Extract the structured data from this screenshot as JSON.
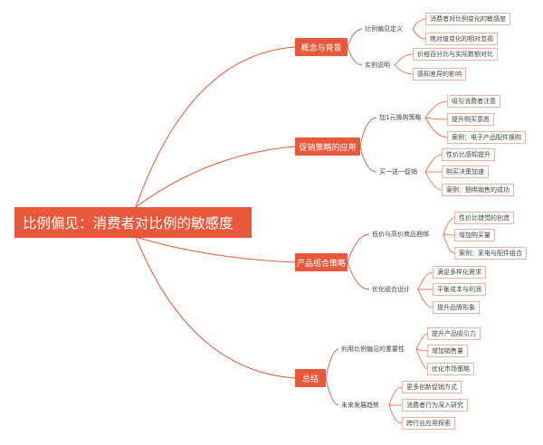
{
  "root": {
    "label": "比例偏见：消费者对比例的敏感度"
  },
  "branches": [
    {
      "label": "概念与背景",
      "children": [
        {
          "label": "比例偏见定义",
          "children": [
            "消费者对比例变化的敏感度",
            "绝对值变化的相对忽视"
          ]
        },
        {
          "label": "实例说明",
          "children": [
            "价格百分比与实际数额对比",
            "感知差异的影响"
          ]
        }
      ]
    },
    {
      "label": "促销策略的应用",
      "children": [
        {
          "label": "加1元换购策略",
          "children": [
            "吸引消费者注意",
            "提升购买意愿",
            "案例：电子产品配件换购"
          ]
        },
        {
          "label": "买一送一促销",
          "children": [
            "性价比感知提升",
            "购买决策加速",
            "案例：捆绑销售的成功"
          ]
        }
      ]
    },
    {
      "label": "产品组合策略",
      "children": [
        {
          "label": "低价与高价商品捆绑",
          "children": [
            "性价比错觉的创造",
            "增加购买量",
            "案例：家电与配件组合"
          ]
        },
        {
          "label": "优化组合设计",
          "children": [
            "满足多样化需求",
            "平衡成本与利润",
            "提升品牌形象"
          ]
        }
      ]
    },
    {
      "label": "总结",
      "children": [
        {
          "label": "利用比例偏见的重要性",
          "children": [
            "提升产品吸引力",
            "增加销售量",
            "优化市场策略"
          ]
        },
        {
          "label": "未来发展趋势",
          "children": [
            "更多创新促销方式",
            "消费者行为深入研究",
            "跨行业应用探索"
          ]
        }
      ]
    }
  ],
  "colors": {
    "accent": "#e8593c",
    "leaf_border": "#f0b3a2",
    "line": "#e8593c"
  }
}
